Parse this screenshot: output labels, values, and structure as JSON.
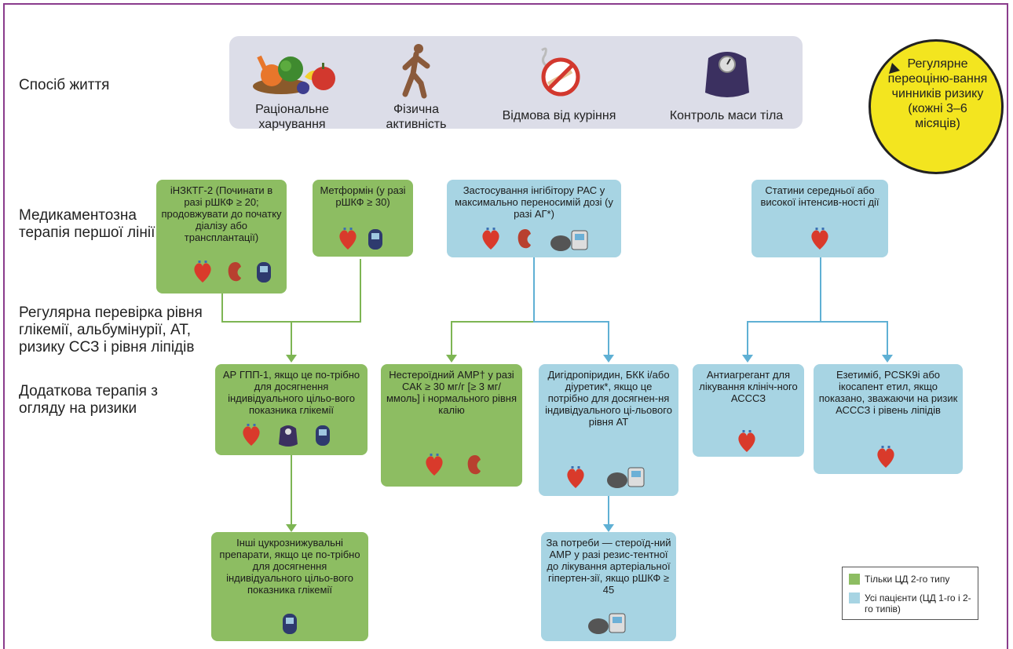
{
  "row_labels": {
    "lifestyle": "Спосіб життя",
    "first_line": "Медикаментозна терапія першої лінії",
    "monitoring": "Регулярна перевірка рівня глікемії, альбумінурії, АТ, ризику ССЗ і рівня ліпідів",
    "additional": "Додаткова терапія з огляду на ризики"
  },
  "lifestyle_items": [
    {
      "label": "Раціональне харчування",
      "icon": "healthy-food-icon"
    },
    {
      "label": "Фізична активність",
      "icon": "walking-person-icon"
    },
    {
      "label": "Відмова від куріння",
      "icon": "no-smoking-icon"
    },
    {
      "label": "Контроль маси тіла",
      "icon": "scale-icon"
    }
  ],
  "reassessment": "Регулярне переоціню-вання чинників ризику (кожні 3–6 місяців)",
  "boxes": {
    "sglt2": "іНЗКТГ-2 (Починати в разі рШКФ ≥ 20; продовжувати до початку діалізу або трансплантації)",
    "metformin": "Метформін (у разі рШКФ ≥ 30)",
    "ras": "Застосування інгібітору РАС у максимально переносимій дозі (у разі АГ*)",
    "statins": "Статини середньої або високої інтенсив-ності дії",
    "glp1": "АР ГПП-1, якщо це по-трібно для досягнення індивідуального цільо-вого показника глікемії",
    "mra": "Нестероїдний АМР† у разі САК ≥ 30 мг/г [≥ 3 мг/ммоль] і нормального рівня калію",
    "ccb": "Дигідропіридин, БКК і/або діуретик*, якщо це потрібно для досягнен-ня індивідуального ці-льового рівня АТ",
    "antiplatelet": "Антиагрегант для лікування клініч-ного АСССЗ",
    "ezetimibe": "Езетиміб, PCSK9i або ікосапент етил, якщо показано, зважаючи на ризик АСССЗ і рівень ліпідів",
    "other_glucose": "Інші цукрознижувальні препарати, якщо це по-трібно для досягнення індивідуального цільо-вого показника глікемії",
    "steroid_mra": "За потреби — стероїд-ний АМР у разі резис-тентної до лікування артеріальної гіпертен-зії, якщо рШКФ ≥ 45"
  },
  "legend": {
    "green_label": "Тільки ЦД 2-го типу",
    "blue_label": "Усі пацієнти (ЦД 1-го і 2-го типів)"
  },
  "colors": {
    "green": "#8dbd62",
    "blue": "#a7d4e3",
    "green_line": "#7db553",
    "blue_line": "#5fb0d4",
    "yellow": "#f3e51f",
    "frame": "#8a3c8c"
  }
}
